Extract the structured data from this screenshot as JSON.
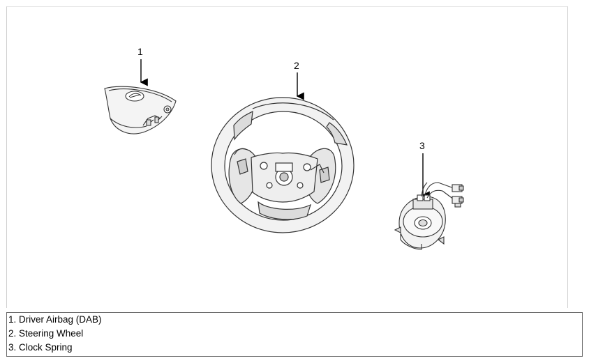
{
  "callouts": [
    "1",
    "2",
    "3"
  ],
  "legend": [
    "1. Driver Airbag (DAB)",
    "2. Steering Wheel",
    "3. Clock Spring"
  ]
}
